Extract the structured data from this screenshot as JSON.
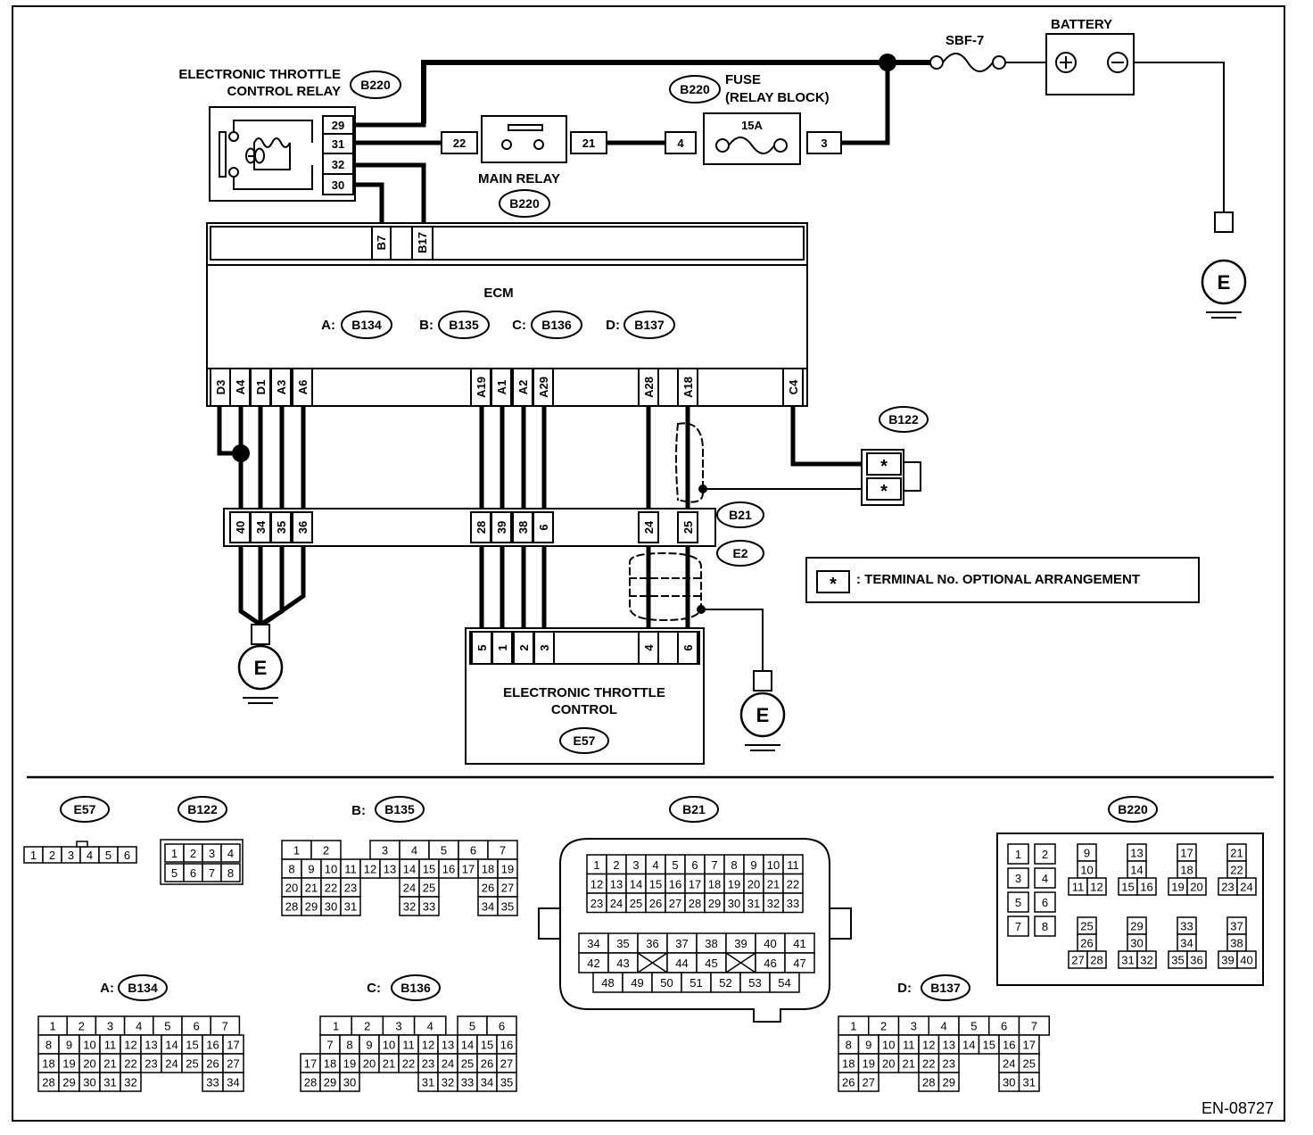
{
  "document_code": "EN-08727",
  "top": {
    "battery": {
      "label": "BATTERY",
      "plus": "⊕",
      "minus": "⊖"
    },
    "sbf": {
      "label": "SBF-7"
    },
    "etc_relay": {
      "line1": "ELECTRONIC THROTTLE",
      "line2": "CONTROL RELAY",
      "conn": "B220",
      "pins": [
        "29",
        "31",
        "32",
        "30"
      ]
    },
    "fuse": {
      "line1": "FUSE",
      "line2": "(RELAY BLOCK)",
      "conn": "B220",
      "rating": "15A",
      "pin_in": "4",
      "pin_out": "3"
    },
    "main_relay": {
      "label": "MAIN RELAY",
      "conn": "B220",
      "pin_left": "22",
      "pin_right": "21"
    },
    "ecm": {
      "label": "ECM",
      "connectors": [
        {
          "prefix": "A:",
          "conn": "B134"
        },
        {
          "prefix": "B:",
          "conn": "B135"
        },
        {
          "prefix": "C:",
          "conn": "B136"
        },
        {
          "prefix": "D:",
          "conn": "B137"
        }
      ],
      "top_pins": [
        "B7",
        "B17"
      ],
      "bottom_pins": [
        "D3",
        "A4",
        "D1",
        "A3",
        "A6",
        "A19",
        "A1",
        "A2",
        "A29",
        "A28",
        "A18",
        "C4"
      ]
    },
    "b21_strip": {
      "pins": [
        "40",
        "34",
        "35",
        "36",
        "28",
        "39",
        "38",
        "6",
        "24",
        "25"
      ],
      "conn": "B21",
      "conn2": "E2"
    },
    "b122": {
      "conn": "B122",
      "star": "*"
    },
    "etc": {
      "line1": "ELECTRONIC THROTTLE",
      "line2": "CONTROL",
      "conn": "E57",
      "pins": [
        "5",
        "1",
        "2",
        "3",
        "4",
        "6"
      ]
    },
    "ground": "E",
    "note": {
      "star": "*",
      "text": ": TERMINAL No. OPTIONAL ARRANGEMENT"
    }
  },
  "connectors": {
    "e57": {
      "title": "E57",
      "pins": [
        "1",
        "2",
        "3",
        "4",
        "5",
        "6"
      ]
    },
    "b122": {
      "title": "B122",
      "row1": [
        "1",
        "2",
        "3",
        "4"
      ],
      "row2": [
        "5",
        "6",
        "7",
        "8"
      ]
    },
    "b135": {
      "prefix": "B:",
      "title": "B135",
      "rows": [
        [
          "1",
          "2",
          "",
          "",
          "3",
          "4",
          "5",
          "6",
          "7"
        ],
        [
          "8",
          "9",
          "10",
          "11",
          "12",
          "13",
          "14",
          "15",
          "16",
          "17",
          "18",
          "19"
        ],
        [
          "20",
          "21",
          "22",
          "23",
          "24",
          "25",
          "26",
          "27"
        ],
        [
          "28",
          "29",
          "30",
          "31",
          "32",
          "33",
          "34",
          "35"
        ]
      ]
    },
    "b21": {
      "title": "B21",
      "rows": [
        [
          "1",
          "2",
          "3",
          "4",
          "5",
          "6",
          "7",
          "8",
          "9",
          "10",
          "11"
        ],
        [
          "12",
          "13",
          "14",
          "15",
          "16",
          "17",
          "18",
          "19",
          "20",
          "21",
          "22"
        ],
        [
          "23",
          "24",
          "25",
          "26",
          "27",
          "28",
          "29",
          "30",
          "31",
          "32",
          "33"
        ]
      ],
      "rows2": [
        [
          "34",
          "35",
          "36",
          "37",
          "38",
          "39",
          "40",
          "41"
        ],
        [
          "42",
          "43",
          "",
          "44",
          "45",
          "",
          "46",
          "47"
        ],
        [
          "48",
          "49",
          "50",
          "51",
          "52",
          "53",
          "54"
        ]
      ]
    },
    "b220": {
      "title": "B220",
      "pairs": [
        [
          "1",
          "2"
        ],
        [
          "3",
          "4"
        ],
        [
          "5",
          "6"
        ],
        [
          "7",
          "8"
        ]
      ],
      "groups": [
        [
          "9",
          "10",
          "11",
          "12"
        ],
        [
          "13",
          "14",
          "15",
          "16"
        ],
        [
          "17",
          "18",
          "19",
          "20"
        ],
        [
          "21",
          "22",
          "23",
          "24"
        ],
        [
          "25",
          "26",
          "27",
          "28"
        ],
        [
          "29",
          "30",
          "31",
          "32"
        ],
        [
          "33",
          "34",
          "35",
          "36"
        ],
        [
          "37",
          "38",
          "39",
          "40"
        ]
      ]
    },
    "b134": {
      "prefix": "A:",
      "title": "B134",
      "rows": [
        [
          "1",
          "2",
          "3",
          "4",
          "5",
          "6",
          "7"
        ],
        [
          "8",
          "9",
          "10",
          "11",
          "12",
          "13",
          "14",
          "15",
          "16",
          "17"
        ],
        [
          "18",
          "19",
          "20",
          "21",
          "22",
          "23",
          "24",
          "25",
          "26",
          "27"
        ],
        [
          "28",
          "29",
          "30",
          "31",
          "32",
          "33",
          "34"
        ]
      ]
    },
    "b136": {
      "prefix": "C:",
      "title": "B136",
      "rows": [
        [
          "1",
          "2",
          "3",
          "4",
          "5",
          "6"
        ],
        [
          "7",
          "8",
          "9",
          "10",
          "11",
          "12",
          "13",
          "14",
          "15",
          "16"
        ],
        [
          "17",
          "18",
          "19",
          "20",
          "21",
          "22",
          "23",
          "24",
          "25",
          "26",
          "27"
        ],
        [
          "28",
          "29",
          "30",
          "31",
          "32",
          "33",
          "34",
          "35"
        ]
      ]
    },
    "b137": {
      "prefix": "D:",
      "title": "B137",
      "rows": [
        [
          "1",
          "2",
          "3",
          "4",
          "5",
          "6",
          "7"
        ],
        [
          "8",
          "9",
          "10",
          "11",
          "12",
          "13",
          "14",
          "15",
          "16",
          "17"
        ],
        [
          "18",
          "19",
          "20",
          "21",
          "22",
          "23",
          "24",
          "25"
        ],
        [
          "26",
          "27",
          "28",
          "29",
          "30",
          "31"
        ]
      ]
    }
  }
}
